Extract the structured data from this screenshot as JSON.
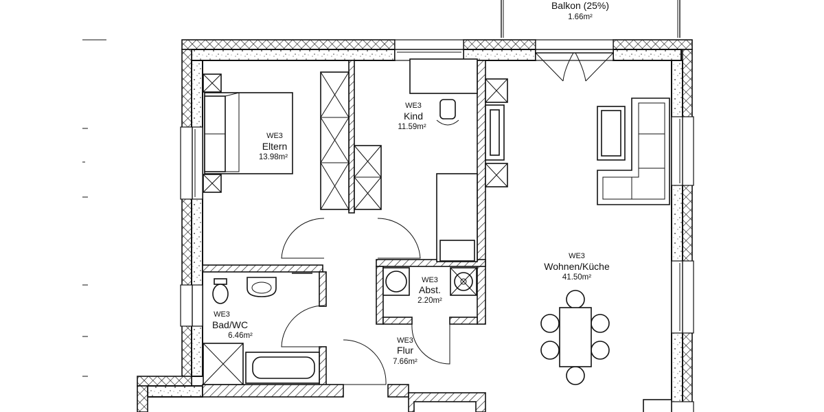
{
  "plan": {
    "rooms": [
      {
        "unit": "WE3",
        "name": "Eltern",
        "area": "13.98m²"
      },
      {
        "unit": "WE3",
        "name": "Kind",
        "area": "11.59m²"
      },
      {
        "unit": "WE3",
        "name": "Wohnen/Küche",
        "area": "41.50m²"
      },
      {
        "unit": "WE3",
        "name": "Abst.",
        "area": "2.20m²"
      },
      {
        "unit": "WE3",
        "name": "Bad/WC",
        "area": "6.46m²"
      },
      {
        "unit": "WE3",
        "name": "Flur",
        "area": "7.66m²"
      }
    ],
    "balcony": {
      "name": "Balkon (25%)",
      "area": "1.66m²"
    }
  }
}
